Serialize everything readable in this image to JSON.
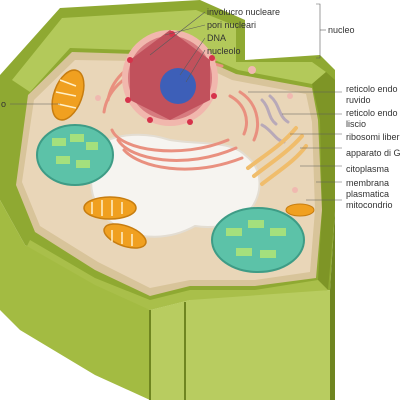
{
  "labels": {
    "involucro": "involucro nucleare",
    "pori": "pori nucleari",
    "dna": "DNA",
    "nucleolo": "nucleolo",
    "nucleo": "nucleo",
    "rer_1": "reticolo endo",
    "rer_2": "ruvido",
    "ser_1": "reticolo endo",
    "ser_2": "liscio",
    "ribosomi": "ribosomi liber",
    "golgi": "apparato di G",
    "citoplasma": "citoplasma",
    "membrana_1": "membrana",
    "membrana_2": "plasmatica",
    "mitocondrio": "mitocondrio",
    "left_cut": "o"
  },
  "colors": {
    "cell_wall": "#9bb33a",
    "cell_wall_dark": "#7a9128",
    "cytoplasm": "#e9d6b8",
    "vacuole": "#f4f2ee",
    "nucleus": "#e8a0a0",
    "nucleolus": "#3d5fb8",
    "mitochondria": "#f0a020",
    "chloroplast": "#8ccf70",
    "er": "#f2b0a0",
    "golgi": "#f3c070"
  }
}
